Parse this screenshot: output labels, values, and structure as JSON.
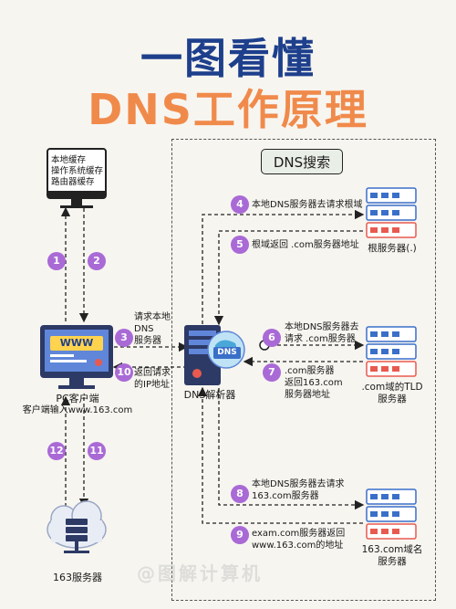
{
  "title_line1": "一图看懂",
  "title_line2": "DNS工作原理",
  "search_label": "DNS搜索",
  "monitor_lines": [
    "本地缓存",
    "操作系统缓存",
    "路由器缓存"
  ],
  "pc_screen_text": "WWW",
  "pc_label": "PC客户端",
  "pc_sublabel": "客户端输入www.163.com",
  "cloud_label": "163服务器",
  "resolver_label": "DNS解析器",
  "resolver_badge": "DNS",
  "root_label": "根服务器(.)",
  "tld_label_1": ".com域的TLD",
  "tld_label_2": "服务器",
  "auth_label_1": "163.com域名",
  "auth_label_2": "服务器",
  "steps": {
    "s1": "1",
    "s2": "2",
    "s3": "3",
    "s4": "4",
    "s5": "5",
    "s6": "6",
    "s7": "7",
    "s8": "8",
    "s9": "9",
    "s10": "10",
    "s11": "11",
    "s12": "12"
  },
  "step_texts": {
    "s3": [
      "请求本地",
      "DNS",
      "服务器"
    ],
    "s4": "本地DNS服务器去请求根域",
    "s5": "根域返回 .com服务器地址",
    "s6": [
      "本地DNS服务器去",
      "请求 .com服务器"
    ],
    "s7": [
      ".com服务器",
      "返回163.com",
      "服务器地址"
    ],
    "s8": [
      "本地DNS服务器去请求",
      "163.com服务器"
    ],
    "s9": [
      "exam.com服务器返回",
      "www.163.com的地址"
    ],
    "s10": [
      "返回请求",
      "的IP地址"
    ]
  },
  "watermark": "@图解计算机",
  "colors": {
    "title_blue": "#1d3f8c",
    "title_orange": "#f08a4b",
    "badge": "#a96ad6",
    "server_blue": "#3a6fc9",
    "server_red": "#e85a4f",
    "resolver_dark": "#2d3a66"
  }
}
